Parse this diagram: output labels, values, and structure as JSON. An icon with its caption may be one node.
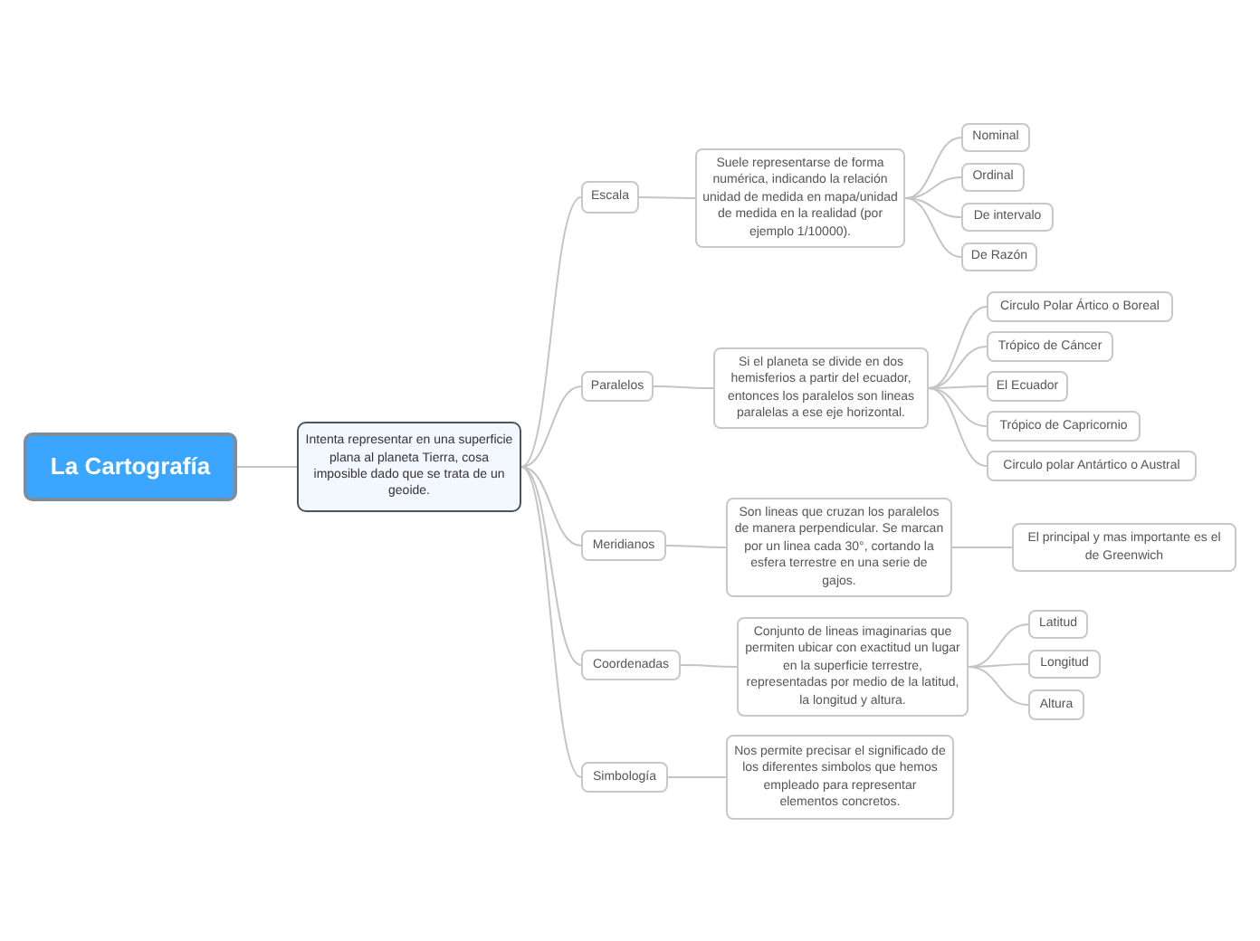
{
  "diagram": {
    "nodes": [
      {
        "text": [
          "La Cartografía"
        ]
      },
      {
        "text": [
          "Intenta representar en una superficie plana al planeta Tierra, cosa imposible dado que se trata de un geoide."
        ]
      },
      {
        "text": [
          "Escala"
        ]
      },
      {
        "text": [
          "Suele representarse de forma numérica, indicando la relación unidad de medida en mapa/unidad de medida en la realidad (por ejemplo 1/10000)."
        ]
      },
      {
        "text": [
          "Nominal"
        ]
      },
      {
        "text": [
          "Ordinal"
        ]
      },
      {
        "text": [
          "De intervalo"
        ]
      },
      {
        "text": [
          "De Razón"
        ]
      },
      {
        "text": [
          "Paralelos"
        ]
      },
      {
        "text": [
          "Si el planeta se divide en dos hemisferios a partir del ecuador, entonces los paralelos son lineas paralelas a ese eje horizontal."
        ]
      },
      {
        "text": [
          "Circulo Polar Ártico o Boreal"
        ]
      },
      {
        "text": [
          "Trópico de Cáncer"
        ]
      },
      {
        "text": [
          "El Ecuador"
        ]
      },
      {
        "text": [
          "Trópico de Capricornio"
        ]
      },
      {
        "text": [
          "Circulo polar Antártico o Austral"
        ]
      },
      {
        "text": [
          "Meridianos"
        ]
      },
      {
        "text": [
          "Son lineas que cruzan los paralelos de manera perpendicular. Se marcan por un linea cada 30°, cortando la esfera terrestre en una serie de gajos."
        ]
      },
      {
        "text": [
          "El principal y mas importante es el de Greenwich"
        ]
      },
      {
        "text": [
          "Coordenadas"
        ]
      },
      {
        "text": [
          "Conjunto de lineas imaginarias que permiten ubicar con exactitud un lugar en la superficie terrestre, representadas por medio de la latitud, la longitud y altura."
        ]
      },
      {
        "text": [
          "Latitud"
        ]
      },
      {
        "text": [
          "Longitud"
        ]
      },
      {
        "text": [
          "Altura"
        ]
      },
      {
        "text": [
          "Simbología"
        ]
      },
      {
        "text": [
          "Nos permite precisar el significado de los diferentes simbolos que hemos empleado para representar elementos concretos."
        ]
      }
    ],
    "edges": [
      {
        "from": 0,
        "to": 1,
        "arrow": "none"
      },
      {
        "from": 1,
        "to": 2,
        "arrow": "none"
      },
      {
        "from": 2,
        "to": 3,
        "arrow": "none"
      },
      {
        "from": 3,
        "to": 4,
        "arrow": "none"
      },
      {
        "from": 3,
        "to": 5,
        "arrow": "none"
      },
      {
        "from": 3,
        "to": 6,
        "arrow": "none"
      },
      {
        "from": 3,
        "to": 7,
        "arrow": "none"
      },
      {
        "from": 1,
        "to": 8,
        "arrow": "none"
      },
      {
        "from": 8,
        "to": 9,
        "arrow": "none"
      },
      {
        "from": 9,
        "to": 10,
        "arrow": "none"
      },
      {
        "from": 9,
        "to": 11,
        "arrow": "none"
      },
      {
        "from": 9,
        "to": 12,
        "arrow": "none"
      },
      {
        "from": 9,
        "to": 13,
        "arrow": "none"
      },
      {
        "from": 9,
        "to": 14,
        "arrow": "none"
      },
      {
        "from": 1,
        "to": 15,
        "arrow": "none"
      },
      {
        "from": 15,
        "to": 16,
        "arrow": "none"
      },
      {
        "from": 16,
        "to": 17,
        "arrow": "none"
      },
      {
        "from": 1,
        "to": 18,
        "arrow": "none"
      },
      {
        "from": 18,
        "to": 19,
        "arrow": "none"
      },
      {
        "from": 19,
        "to": 20,
        "arrow": "none"
      },
      {
        "from": 19,
        "to": 21,
        "arrow": "none"
      },
      {
        "from": 19,
        "to": 22,
        "arrow": "none"
      },
      {
        "from": 1,
        "to": 23,
        "arrow": "none"
      },
      {
        "from": 23,
        "to": 24,
        "arrow": "none"
      }
    ]
  }
}
